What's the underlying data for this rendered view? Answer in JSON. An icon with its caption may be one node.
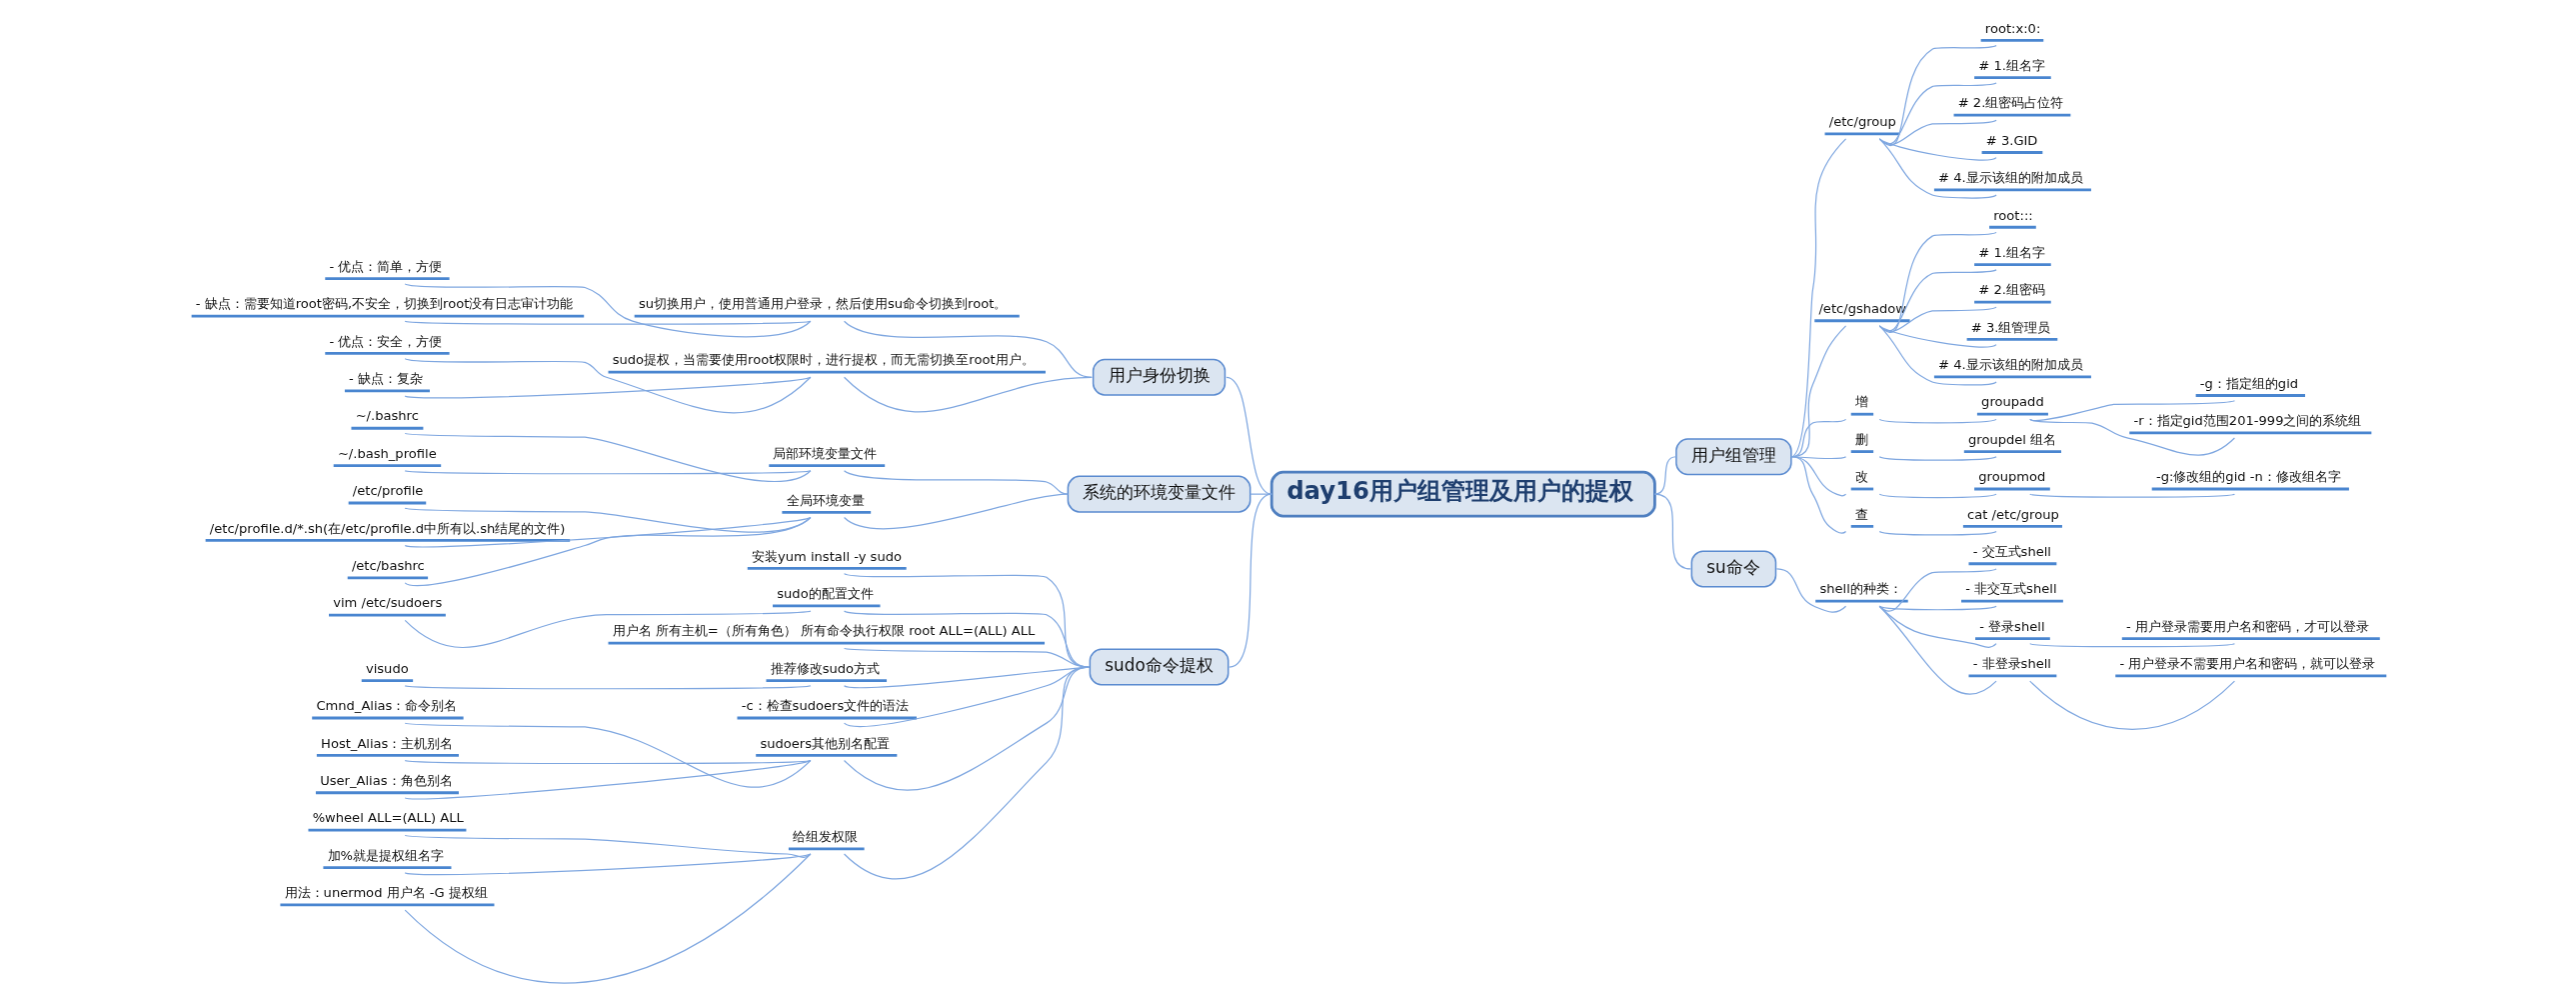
{
  "diagram": {
    "nodes": [
      {
        "text": [
          "day16用户组管理及用户的提权"
        ]
      },
      {
        "text": [
          "用户身份切换"
        ]
      },
      {
        "text": [
          "su切换用户，使用普通用户登录，然后使用su命令切换到root。"
        ]
      },
      {
        "text": [
          "- 优点：简单，方便"
        ]
      },
      {
        "text": [
          "- 缺点：需要知道root密码,不安全，切换到root没有日志审计功能"
        ]
      },
      {
        "text": [
          "sudo提权，当需要使用root权限时，进行提权，而无需切换至root用户。"
        ]
      },
      {
        "text": [
          "- 优点：安全，方便"
        ]
      },
      {
        "text": [
          "- 缺点：复杂"
        ]
      },
      {
        "text": [
          "系统的环境变量文件"
        ]
      },
      {
        "text": [
          "局部环境变量文件"
        ]
      },
      {
        "text": [
          "~/.bashrc"
        ]
      },
      {
        "text": [
          "~/.bash_profile"
        ]
      },
      {
        "text": [
          "全局环境变量"
        ]
      },
      {
        "text": [
          "/etc/profile"
        ]
      },
      {
        "text": [
          "/etc/profile.d/*.sh(在/etc/profile.d中所有以.sh结尾的文件)"
        ]
      },
      {
        "text": [
          "/etc/bashrc"
        ]
      },
      {
        "text": [
          "sudo命令提权"
        ]
      },
      {
        "text": [
          "安装yum install -y sudo"
        ]
      },
      {
        "text": [
          "sudo的配置文件"
        ]
      },
      {
        "text": [
          "vim /etc/sudoers"
        ]
      },
      {
        "text": [
          "用户名 所有主机=（所有角色） 所有命令执行权限 root ALL=(ALL) ALL"
        ]
      },
      {
        "text": [
          "推荐修改sudo方式"
        ]
      },
      {
        "text": [
          "visudo"
        ]
      },
      {
        "text": [
          "-c：检查sudoers文件的语法"
        ]
      },
      {
        "text": [
          "sudoers其他别名配置"
        ]
      },
      {
        "text": [
          "Cmnd_Alias：命令别名"
        ]
      },
      {
        "text": [
          "Host_Alias：主机别名"
        ]
      },
      {
        "text": [
          "User_Alias：角色别名"
        ]
      },
      {
        "text": [
          "给组发权限"
        ]
      },
      {
        "text": [
          "%wheel ALL=(ALL) ALL"
        ]
      },
      {
        "text": [
          "加%就是提权组名字"
        ]
      },
      {
        "text": [
          "用法：unermod 用户名 -G 提权组"
        ]
      },
      {
        "text": [
          "用户组管理"
        ]
      },
      {
        "text": [
          "/etc/group"
        ]
      },
      {
        "text": [
          "root:x:0:"
        ]
      },
      {
        "text": [
          "# 1.组名字"
        ]
      },
      {
        "text": [
          "# 2.组密码占位符"
        ]
      },
      {
        "text": [
          "# 3.GID"
        ]
      },
      {
        "text": [
          "# 4.显示该组的附加成员"
        ]
      },
      {
        "text": [
          "/etc/gshadow"
        ]
      },
      {
        "text": [
          "root:::"
        ]
      },
      {
        "text": [
          "# 1.组名字"
        ]
      },
      {
        "text": [
          "# 2.组密码"
        ]
      },
      {
        "text": [
          "# 3.组管理员"
        ]
      },
      {
        "text": [
          "# 4.显示该组的附加成员"
        ]
      },
      {
        "text": [
          "增"
        ]
      },
      {
        "text": [
          "groupadd"
        ]
      },
      {
        "text": [
          "-g：指定组的gid"
        ]
      },
      {
        "text": [
          "-r：指定gid范围201-999之间的系统组"
        ]
      },
      {
        "text": [
          "删"
        ]
      },
      {
        "text": [
          "groupdel 组名"
        ]
      },
      {
        "text": [
          "改"
        ]
      },
      {
        "text": [
          "groupmod"
        ]
      },
      {
        "text": [
          "-g:修改组的gid -n：修改组名字"
        ]
      },
      {
        "text": [
          "查"
        ]
      },
      {
        "text": [
          "cat /etc/group"
        ]
      },
      {
        "text": [
          "su命令"
        ]
      },
      {
        "text": [
          "shell的种类："
        ]
      },
      {
        "text": [
          "- 交互式shell"
        ]
      },
      {
        "text": [
          "- 非交互式shell"
        ]
      },
      {
        "text": [
          "- 登录shell"
        ]
      },
      {
        "text": [
          "- 用户登录需要用户名和密码，才可以登录"
        ]
      },
      {
        "text": [
          "- 非登录shell"
        ]
      },
      {
        "text": [
          "- 用户登录不需要用户名和密码，就可以登录"
        ]
      }
    ],
    "edges": [
      {
        "from": 1,
        "to": 0,
        "arrow": "none"
      },
      {
        "from": 2,
        "to": 1,
        "arrow": "none"
      },
      {
        "from": 3,
        "to": 2,
        "arrow": "none"
      },
      {
        "from": 4,
        "to": 2,
        "arrow": "none"
      },
      {
        "from": 5,
        "to": 1,
        "arrow": "none"
      },
      {
        "from": 6,
        "to": 5,
        "arrow": "none"
      },
      {
        "from": 7,
        "to": 5,
        "arrow": "none"
      },
      {
        "from": 8,
        "to": 0,
        "arrow": "none"
      },
      {
        "from": 9,
        "to": 8,
        "arrow": "none"
      },
      {
        "from": 10,
        "to": 9,
        "arrow": "none"
      },
      {
        "from": 11,
        "to": 9,
        "arrow": "none"
      },
      {
        "from": 12,
        "to": 8,
        "arrow": "none"
      },
      {
        "from": 13,
        "to": 12,
        "arrow": "none"
      },
      {
        "from": 14,
        "to": 12,
        "arrow": "none"
      },
      {
        "from": 15,
        "to": 12,
        "arrow": "none"
      },
      {
        "from": 16,
        "to": 0,
        "arrow": "none"
      },
      {
        "from": 17,
        "to": 16,
        "arrow": "none"
      },
      {
        "from": 18,
        "to": 16,
        "arrow": "none"
      },
      {
        "from": 19,
        "to": 18,
        "arrow": "none"
      },
      {
        "from": 20,
        "to": 16,
        "arrow": "none"
      },
      {
        "from": 21,
        "to": 16,
        "arrow": "none"
      },
      {
        "from": 22,
        "to": 21,
        "arrow": "none"
      },
      {
        "from": 23,
        "to": 16,
        "arrow": "none"
      },
      {
        "from": 24,
        "to": 16,
        "arrow": "none"
      },
      {
        "from": 25,
        "to": 24,
        "arrow": "none"
      },
      {
        "from": 26,
        "to": 24,
        "arrow": "none"
      },
      {
        "from": 27,
        "to": 24,
        "arrow": "none"
      },
      {
        "from": 28,
        "to": 16,
        "arrow": "none"
      },
      {
        "from": 29,
        "to": 28,
        "arrow": "none"
      },
      {
        "from": 30,
        "to": 28,
        "arrow": "none"
      },
      {
        "from": 31,
        "to": 28,
        "arrow": "none"
      },
      {
        "from": 0,
        "to": 32,
        "arrow": "none"
      },
      {
        "from": 32,
        "to": 33,
        "arrow": "none"
      },
      {
        "from": 33,
        "to": 34,
        "arrow": "none"
      },
      {
        "from": 33,
        "to": 35,
        "arrow": "none"
      },
      {
        "from": 33,
        "to": 36,
        "arrow": "none"
      },
      {
        "from": 33,
        "to": 37,
        "arrow": "none"
      },
      {
        "from": 33,
        "to": 38,
        "arrow": "none"
      },
      {
        "from": 32,
        "to": 39,
        "arrow": "none"
      },
      {
        "from": 39,
        "to": 40,
        "arrow": "none"
      },
      {
        "from": 39,
        "to": 41,
        "arrow": "none"
      },
      {
        "from": 39,
        "to": 42,
        "arrow": "none"
      },
      {
        "from": 39,
        "to": 43,
        "arrow": "none"
      },
      {
        "from": 39,
        "to": 44,
        "arrow": "none"
      },
      {
        "from": 32,
        "to": 45,
        "arrow": "none"
      },
      {
        "from": 45,
        "to": 46,
        "arrow": "none"
      },
      {
        "from": 46,
        "to": 47,
        "arrow": "none"
      },
      {
        "from": 46,
        "to": 48,
        "arrow": "none"
      },
      {
        "from": 32,
        "to": 49,
        "arrow": "none"
      },
      {
        "from": 49,
        "to": 50,
        "arrow": "none"
      },
      {
        "from": 32,
        "to": 51,
        "arrow": "none"
      },
      {
        "from": 51,
        "to": 52,
        "arrow": "none"
      },
      {
        "from": 52,
        "to": 53,
        "arrow": "none"
      },
      {
        "from": 32,
        "to": 54,
        "arrow": "none"
      },
      {
        "from": 54,
        "to": 55,
        "arrow": "none"
      },
      {
        "from": 0,
        "to": 56,
        "arrow": "none"
      },
      {
        "from": 56,
        "to": 57,
        "arrow": "none"
      },
      {
        "from": 57,
        "to": 58,
        "arrow": "none"
      },
      {
        "from": 57,
        "to": 59,
        "arrow": "none"
      },
      {
        "from": 57,
        "to": 60,
        "arrow": "none"
      },
      {
        "from": 60,
        "to": 61,
        "arrow": "none"
      },
      {
        "from": 57,
        "to": 62,
        "arrow": "none"
      },
      {
        "from": 62,
        "to": 63,
        "arrow": "none"
      }
    ]
  }
}
